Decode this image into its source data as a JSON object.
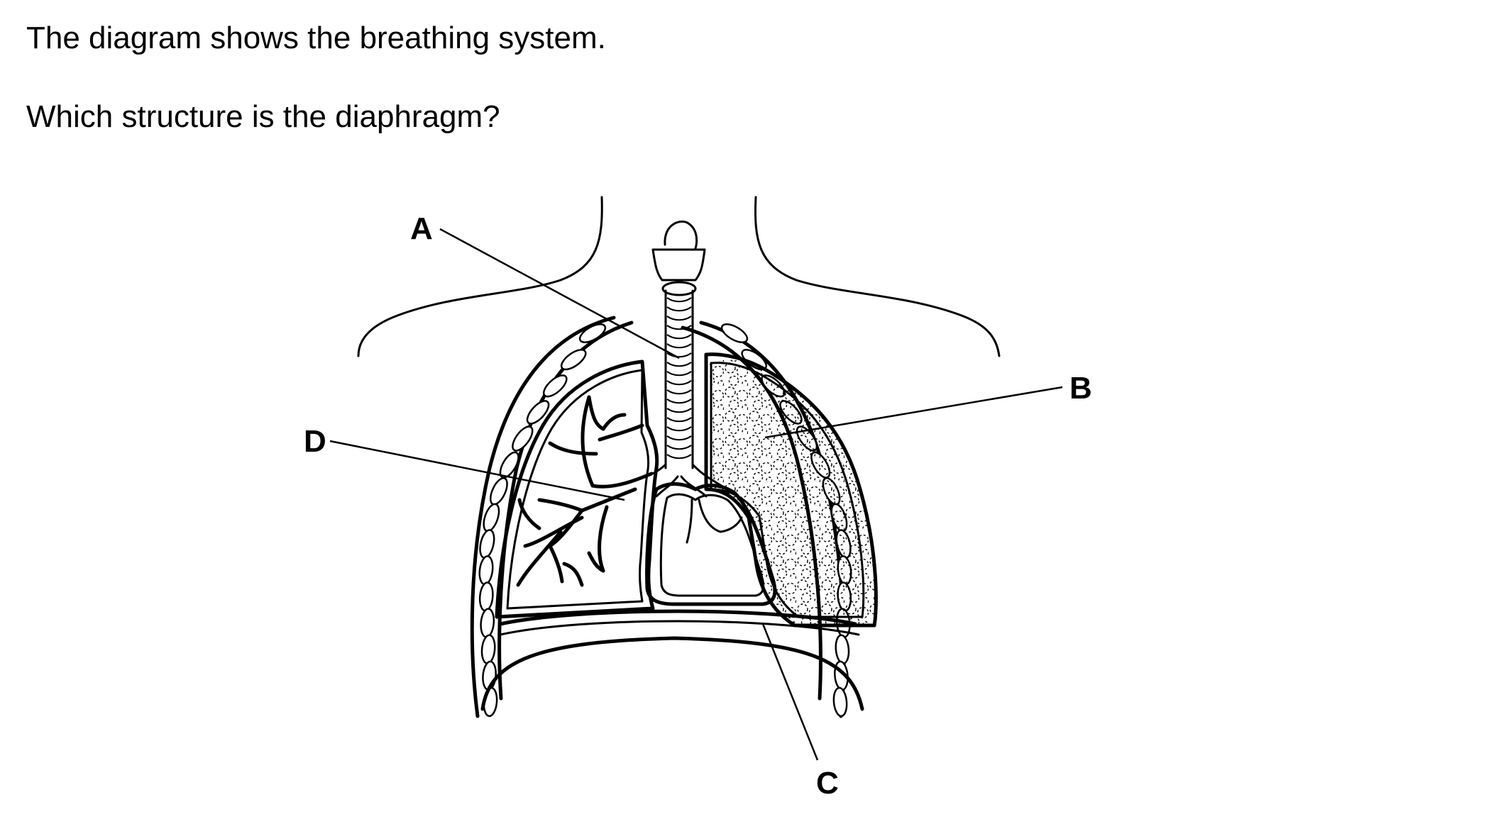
{
  "text": {
    "intro": "The diagram shows the breathing system.",
    "question": "Which structure is the diaphragm?"
  },
  "diagram": {
    "labels": {
      "a": "A",
      "b": "B",
      "c": "C",
      "d": "D"
    }
  }
}
